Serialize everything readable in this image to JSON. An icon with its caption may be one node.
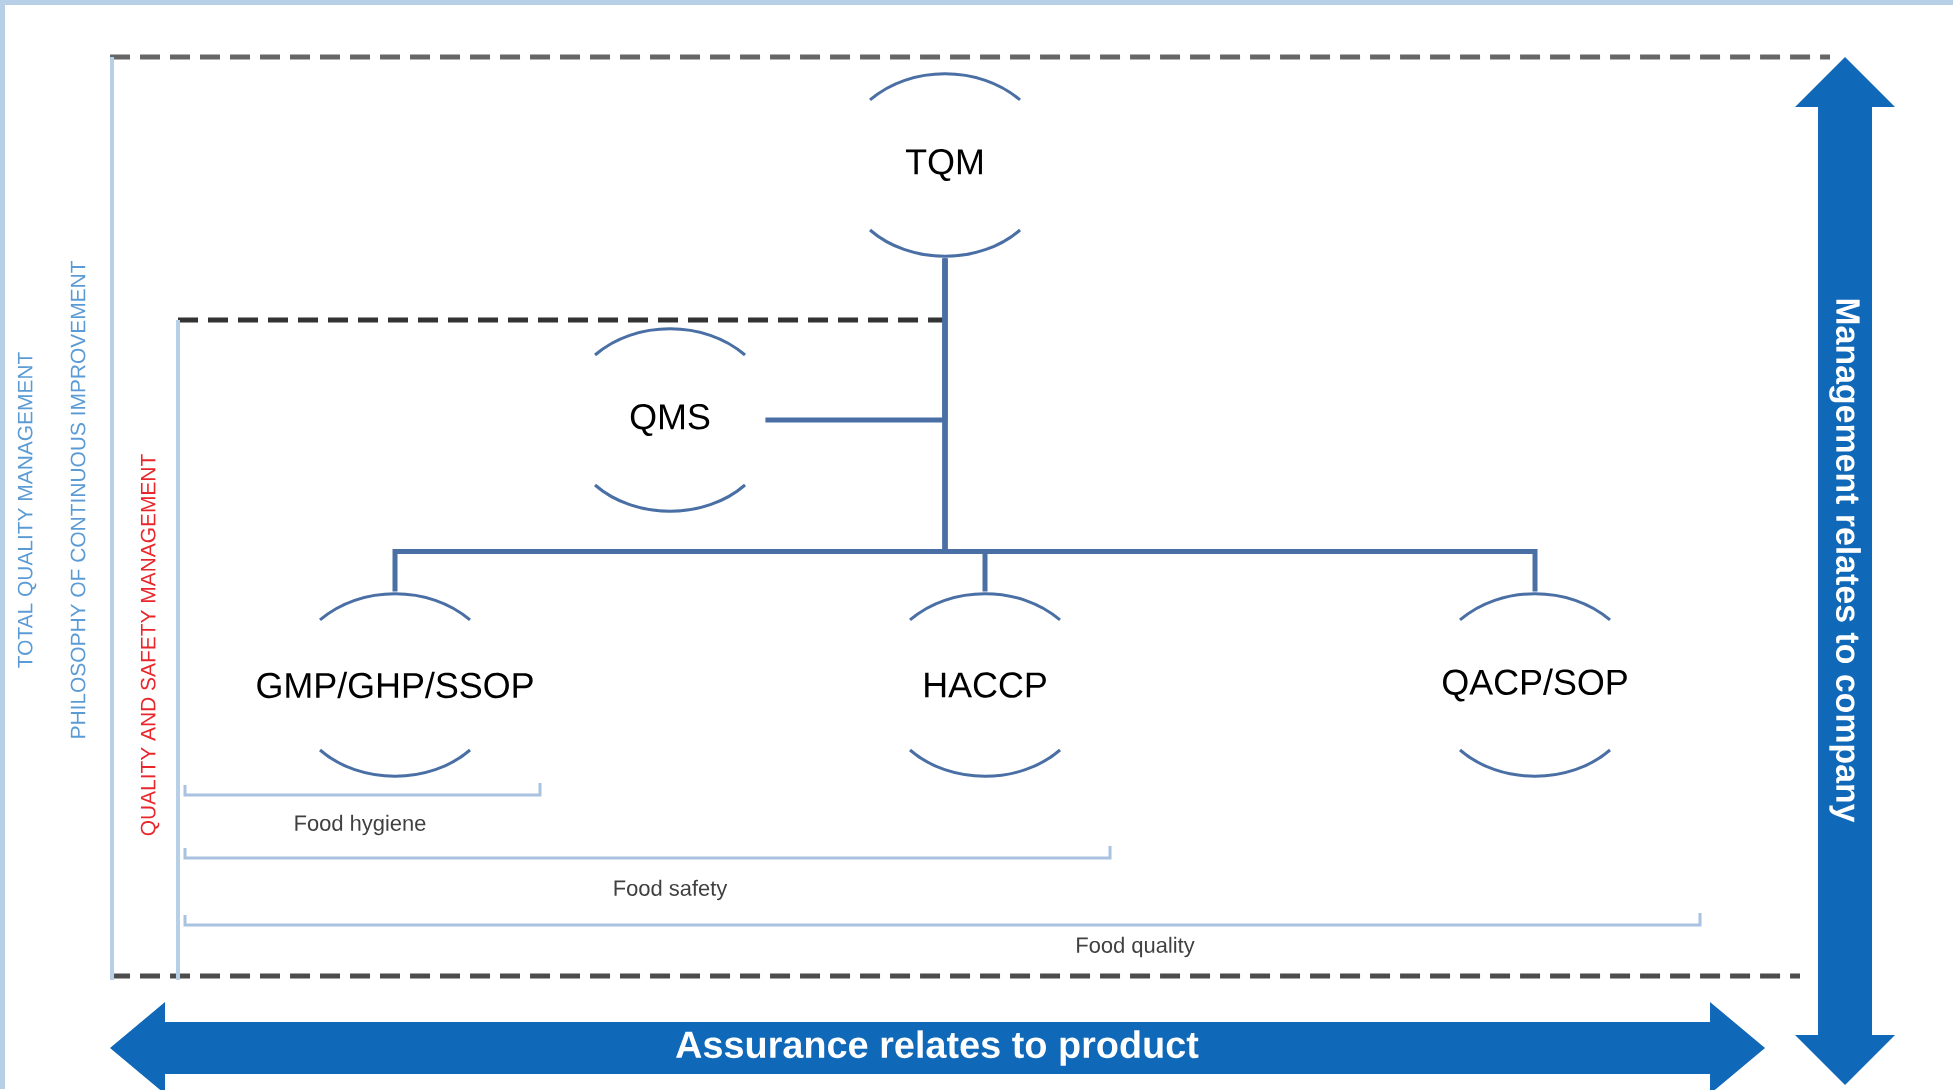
{
  "diagram": {
    "nodes": [
      {
        "text": [
          "TQM"
        ]
      },
      {
        "text": [
          "QMS"
        ]
      },
      {
        "text": [
          "GMP/GHP/SSOP"
        ]
      },
      {
        "text": [
          "HACCP"
        ]
      },
      {
        "text": [
          "QACP/SOP"
        ]
      }
    ],
    "edges": [
      {
        "from": 0,
        "to": 1,
        "arrow": "none"
      },
      {
        "from": 0,
        "to": 2,
        "arrow": "none"
      },
      {
        "from": 0,
        "to": 3,
        "arrow": "none"
      },
      {
        "from": 0,
        "to": 4,
        "arrow": "none"
      }
    ],
    "labels": [
      "TOTAL QUALITY MANAGEMENT",
      "PHILOSOPHY OF CONTINUOUS IMPROVEMENT",
      "QUALITY AND SAFETY MANAGEMENT",
      "Management relates to company",
      "Food hygiene",
      "Food safety",
      "Food quality",
      "Assurance relates to product"
    ]
  }
}
